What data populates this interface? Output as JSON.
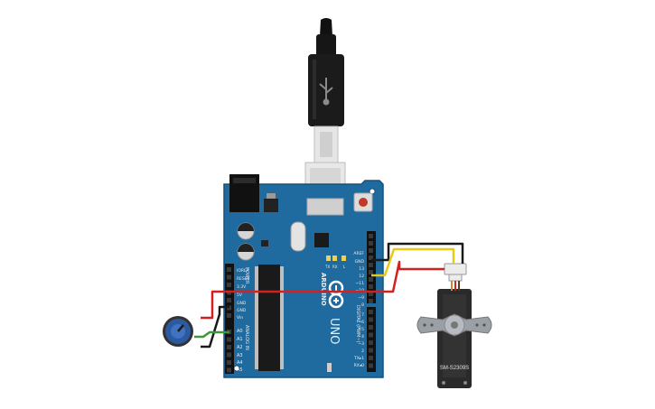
{
  "board": {
    "name": "Arduino Uno",
    "brand": "ARDUINO",
    "model": "UNO",
    "labels": {
      "tx": "TX",
      "rx": "RX",
      "l": "L",
      "power": "POWER",
      "analog_in": "ANALOG IN",
      "digital": "DIGITAL (PWM~)"
    },
    "power_pins": [
      "IOREF",
      "RESET",
      "3.3V",
      "5V",
      "GND",
      "GND",
      "Vin"
    ],
    "analog_pins": [
      "A0",
      "A1",
      "A2",
      "A3",
      "A4",
      "A5"
    ],
    "digital_pins_upper": [
      "AREF",
      "GND",
      "13",
      "12",
      "~11",
      "~10",
      "~9",
      "8"
    ],
    "digital_pins_lower": [
      "7",
      "~6",
      "~5",
      "4",
      "~3",
      "2",
      "TX▸1",
      "RX◂0"
    ]
  },
  "servo": {
    "model": "SM-S2309S"
  },
  "colors": {
    "board": "#1f6a9e",
    "board_dark": "#16527c",
    "wire_red": "#d32020",
    "wire_black": "#1a1a1a",
    "wire_yellow": "#e8c91a",
    "wire_green": "#3a9a3a",
    "potentiometer": "#2c5aa0"
  },
  "components": [
    "usb-cable",
    "arduino-uno",
    "potentiometer",
    "micro-servo"
  ]
}
